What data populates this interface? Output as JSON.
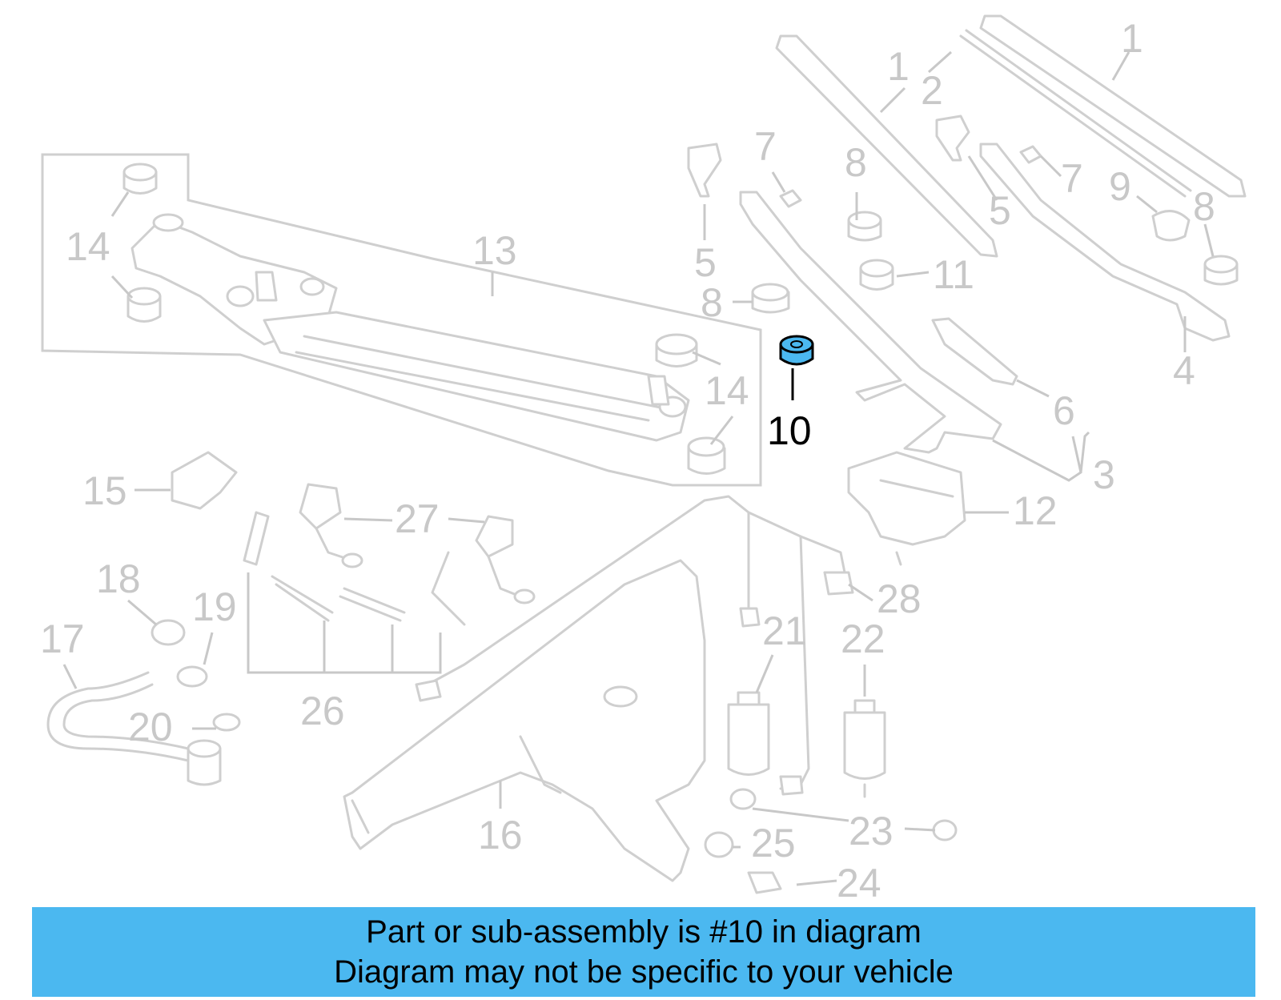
{
  "diagram": {
    "highlight_color": "#4bb8f0",
    "highlighted_part": "10",
    "callouts": {
      "c1a": "1",
      "c1b": "1",
      "c2": "2",
      "c3": "3",
      "c4": "4",
      "c5a": "5",
      "c5b": "5",
      "c6": "6",
      "c7a": "7",
      "c7b": "7",
      "c8a": "8",
      "c8b": "8",
      "c8c": "8",
      "c9": "9",
      "c10": "10",
      "c11": "11",
      "c12": "12",
      "c13": "13",
      "c14a": "14",
      "c14b": "14",
      "c15": "15",
      "c16": "16",
      "c17": "17",
      "c18": "18",
      "c19": "19",
      "c20": "20",
      "c21": "21",
      "c22": "22",
      "c23": "23",
      "c24": "24",
      "c25": "25",
      "c26": "26",
      "c27": "27",
      "c28": "28"
    }
  },
  "banner": {
    "line1": "Part or sub-assembly is #10 in diagram",
    "line2": "Diagram may not be specific to your vehicle",
    "color": "#4bb8f0"
  }
}
